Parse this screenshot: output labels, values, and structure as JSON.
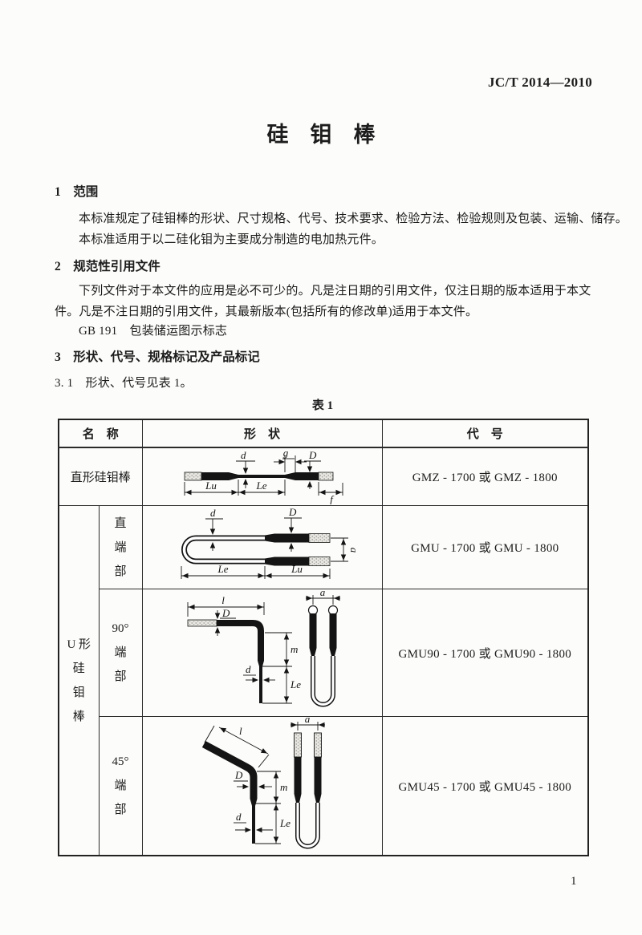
{
  "page": {
    "doc_code": "JC/T 2014—2010",
    "title": "硅　钼　棒",
    "page_number": "1"
  },
  "sections": {
    "s1": {
      "heading": "1　范围",
      "p1": "本标准规定了硅钼棒的形状、尺寸规格、代号、技术要求、检验方法、检验规则及包装、运输、储存。",
      "p2": "本标准适用于以二硅化钼为主要成分制造的电加热元件。"
    },
    "s2": {
      "heading": "2　规范性引用文件",
      "l1": "下列文件对于本文件的应用是必不可少的。凡是注日期的引用文件，仅注日期的版本适用于本文",
      "l2": "件。凡是不注日期的引用文件，其最新版本(包括所有的修改单)适用于本文件。",
      "l3": "GB 191　包装储运图示标志"
    },
    "s3": {
      "heading": "3　形状、代号、规格标记及产品标记",
      "s31": "3. 1　形状、代号见表 1。"
    }
  },
  "table1": {
    "caption": "表 1",
    "col_name": "名　称",
    "col_shape": "形　状",
    "col_code": "代　号",
    "row_straight": {
      "name": "直形硅钼棒",
      "code": "GMZ - 1700 或 GMZ - 1800"
    },
    "group_u": {
      "line1": "U 形",
      "stack": "硅钼棒"
    },
    "row_u_straight": {
      "sub": "直端部",
      "code": "GMU - 1700 或 GMU - 1800"
    },
    "row_u_90": {
      "sub_angle": "90°",
      "sub": "端部",
      "code": "GMU90 - 1700 或 GMU90 - 1800"
    },
    "row_u_45": {
      "sub_angle": "45°",
      "sub": "端部",
      "code": "GMU45 - 1700 或 GMU45 - 1800"
    }
  },
  "dims": {
    "d": "d",
    "D": "D",
    "g": "g",
    "f": "f",
    "a": "a",
    "m": "m",
    "l": "l",
    "Le": "Le",
    "Lu": "Lu"
  }
}
